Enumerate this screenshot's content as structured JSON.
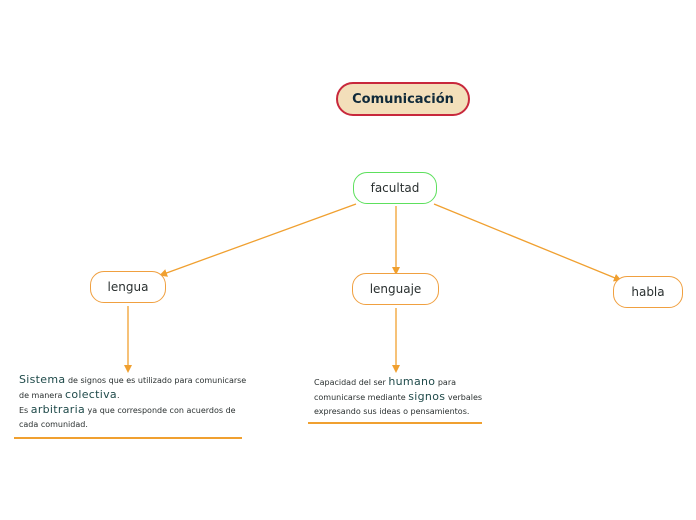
{
  "root": {
    "label": "Comunicación"
  },
  "nodes": {
    "facultad": "facultad",
    "lengua": "lengua",
    "lenguaje": "lenguaje",
    "habla": "habla"
  },
  "notes": {
    "lengua": {
      "p1_big": "Sistema",
      "p1_text": "de signos que es utilizado para comunicarse de manera",
      "p1_big2": "colectiva",
      "p1_end": ".",
      "p2_start": "Es",
      "p2_big": "arbitraria",
      "p2_text": "ya que corresponde con acuerdos de cada comunidad."
    },
    "lenguaje": {
      "t1": "Capacidad del ser",
      "big1": "humano",
      "t2": "para comunicarse mediante",
      "big2": "signos",
      "t3": "verbales expresando sus ideas o pensamientos."
    }
  },
  "colors": {
    "root_fill": "#f3dfba",
    "root_border": "#c8283c",
    "facultad_border": "#5de05d",
    "connector": "#f0a030"
  }
}
